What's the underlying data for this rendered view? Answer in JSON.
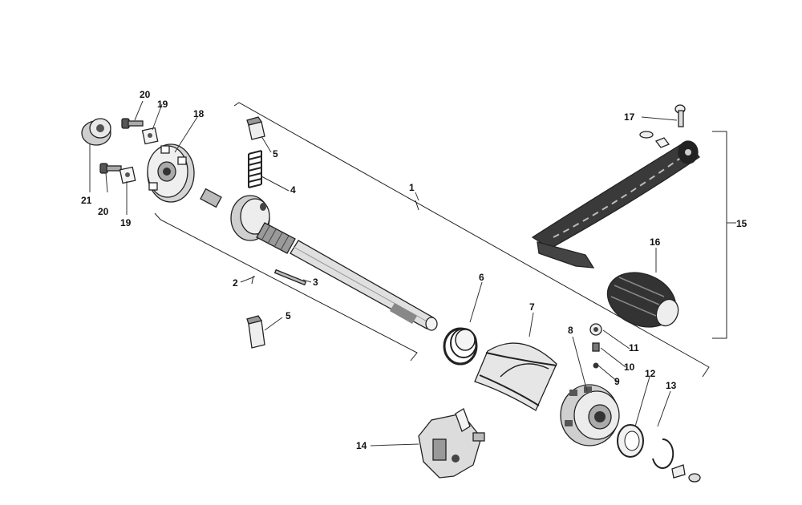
{
  "labels": {
    "l1": "1",
    "l2": "2",
    "l3": "3",
    "l4": "4",
    "l5a": "5",
    "l5b": "5",
    "l6": "6",
    "l7": "7",
    "l8": "8",
    "l9": "9",
    "l10": "10",
    "l11": "11",
    "l12": "12",
    "l13": "13",
    "l14": "14",
    "l15": "15",
    "l16": "16",
    "l17": "17",
    "l18": "18",
    "l19a": "19",
    "l19b": "19",
    "l20a": "20",
    "l20b": "20",
    "l21": "21"
  }
}
